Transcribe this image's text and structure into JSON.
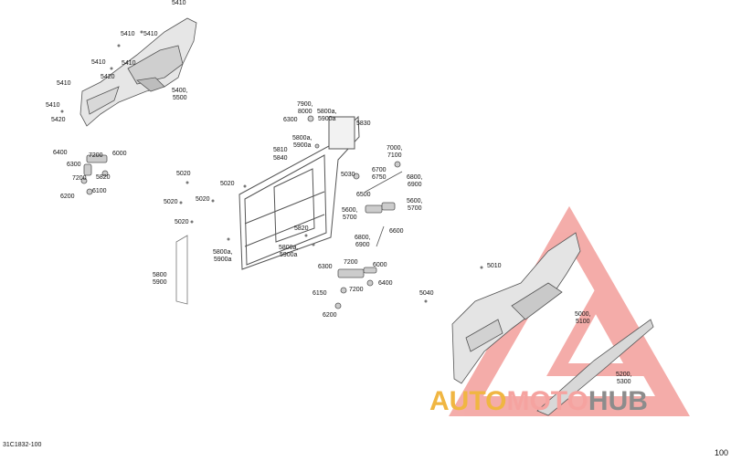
{
  "diagram": {
    "labels": [
      {
        "id": "l1",
        "text": "5410"
      },
      {
        "id": "l2",
        "text": "5410"
      },
      {
        "id": "l3",
        "text": "5410"
      },
      {
        "id": "l4",
        "text": "5410"
      },
      {
        "id": "l5",
        "text": "5410"
      },
      {
        "id": "l6",
        "text": "5420"
      },
      {
        "id": "l7",
        "text": "5410"
      },
      {
        "id": "l8",
        "text": "5410"
      },
      {
        "id": "l9",
        "text": "5420"
      },
      {
        "id": "l10",
        "text": "5400,\n5500"
      },
      {
        "id": "l11",
        "text": "7900,\n8000"
      },
      {
        "id": "l12",
        "text": "6300"
      },
      {
        "id": "l13",
        "text": "5800a,\n5900a"
      },
      {
        "id": "l14",
        "text": "5830"
      },
      {
        "id": "l15",
        "text": "5800a,\n5900a"
      },
      {
        "id": "l16",
        "text": "5810"
      },
      {
        "id": "l17",
        "text": "5840"
      },
      {
        "id": "l18",
        "text": "7000,\n7100"
      },
      {
        "id": "l19",
        "text": "6400"
      },
      {
        "id": "l20",
        "text": "7200"
      },
      {
        "id": "l21",
        "text": "6000"
      },
      {
        "id": "l22",
        "text": "6300"
      },
      {
        "id": "l23",
        "text": "5820"
      },
      {
        "id": "l24",
        "text": "7200"
      },
      {
        "id": "l25",
        "text": "6100"
      },
      {
        "id": "l26",
        "text": "6200"
      },
      {
        "id": "l27",
        "text": "5020"
      },
      {
        "id": "l28",
        "text": "5020"
      },
      {
        "id": "l29",
        "text": "5020"
      },
      {
        "id": "l30",
        "text": "5020"
      },
      {
        "id": "l31",
        "text": "5020"
      },
      {
        "id": "l32",
        "text": "5030"
      },
      {
        "id": "l33",
        "text": "6700\n6750"
      },
      {
        "id": "l34",
        "text": "6800,\n6900"
      },
      {
        "id": "l35",
        "text": "6500"
      },
      {
        "id": "l36",
        "text": "5600,\n5700"
      },
      {
        "id": "l37",
        "text": "5600,\n5700"
      },
      {
        "id": "l38",
        "text": "6600"
      },
      {
        "id": "l39",
        "text": "6800,\n6900"
      },
      {
        "id": "l40",
        "text": "5820"
      },
      {
        "id": "l41",
        "text": "5800a,\n5900a"
      },
      {
        "id": "l42",
        "text": "5800a,\n5900a"
      },
      {
        "id": "l43",
        "text": "5800\n5900"
      },
      {
        "id": "l44",
        "text": "7200"
      },
      {
        "id": "l45",
        "text": "6300"
      },
      {
        "id": "l46",
        "text": "6000"
      },
      {
        "id": "l47",
        "text": "6400"
      },
      {
        "id": "l48",
        "text": "6150"
      },
      {
        "id": "l49",
        "text": "7200"
      },
      {
        "id": "l50",
        "text": "6200"
      },
      {
        "id": "l51",
        "text": "5010"
      },
      {
        "id": "l52",
        "text": "5040"
      },
      {
        "id": "l53",
        "text": "5000,\n5100"
      },
      {
        "id": "l54",
        "text": "5200,\n5300"
      }
    ],
    "figure_code": "31C1832-100",
    "page_number": "100"
  },
  "watermark": {
    "part1": "AUTO",
    "part2": "MOTO",
    "part3": "HUB",
    "colors": {
      "part1": "#f0b642",
      "part2": "#f5a3a0",
      "part3": "#8c8c8c",
      "triangle": "#f08a86"
    }
  }
}
